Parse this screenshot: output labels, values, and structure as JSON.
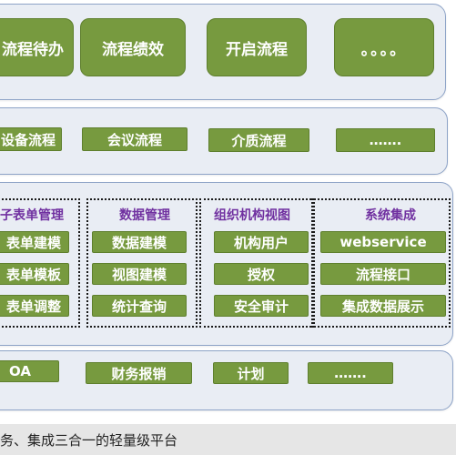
{
  "row1": {
    "buttons": [
      "流程待办",
      "流程绩效",
      "开启流程",
      "。。。。"
    ]
  },
  "row2": {
    "buttons": [
      "设备流程",
      "会议流程",
      "介质流程",
      "……."
    ]
  },
  "row3": {
    "groups": [
      {
        "title": "电子表单管理",
        "items": [
          "表单建模",
          "表单模板",
          "表单调整"
        ]
      },
      {
        "title": "数据管理",
        "items": [
          "数据建模",
          "视图建模",
          "统计查询"
        ]
      },
      {
        "title": "组织机构视图",
        "items": [
          "机构用户",
          "授权",
          "安全审计"
        ]
      },
      {
        "title": "系统集成",
        "items": [
          "webservice",
          "流程接口",
          "集成数据展示"
        ]
      }
    ]
  },
  "row4": {
    "buttons": [
      "OA",
      "财务报销",
      "计划",
      "……."
    ]
  },
  "footer": {
    "text": "务、集成三合一的轻量级平台"
  }
}
